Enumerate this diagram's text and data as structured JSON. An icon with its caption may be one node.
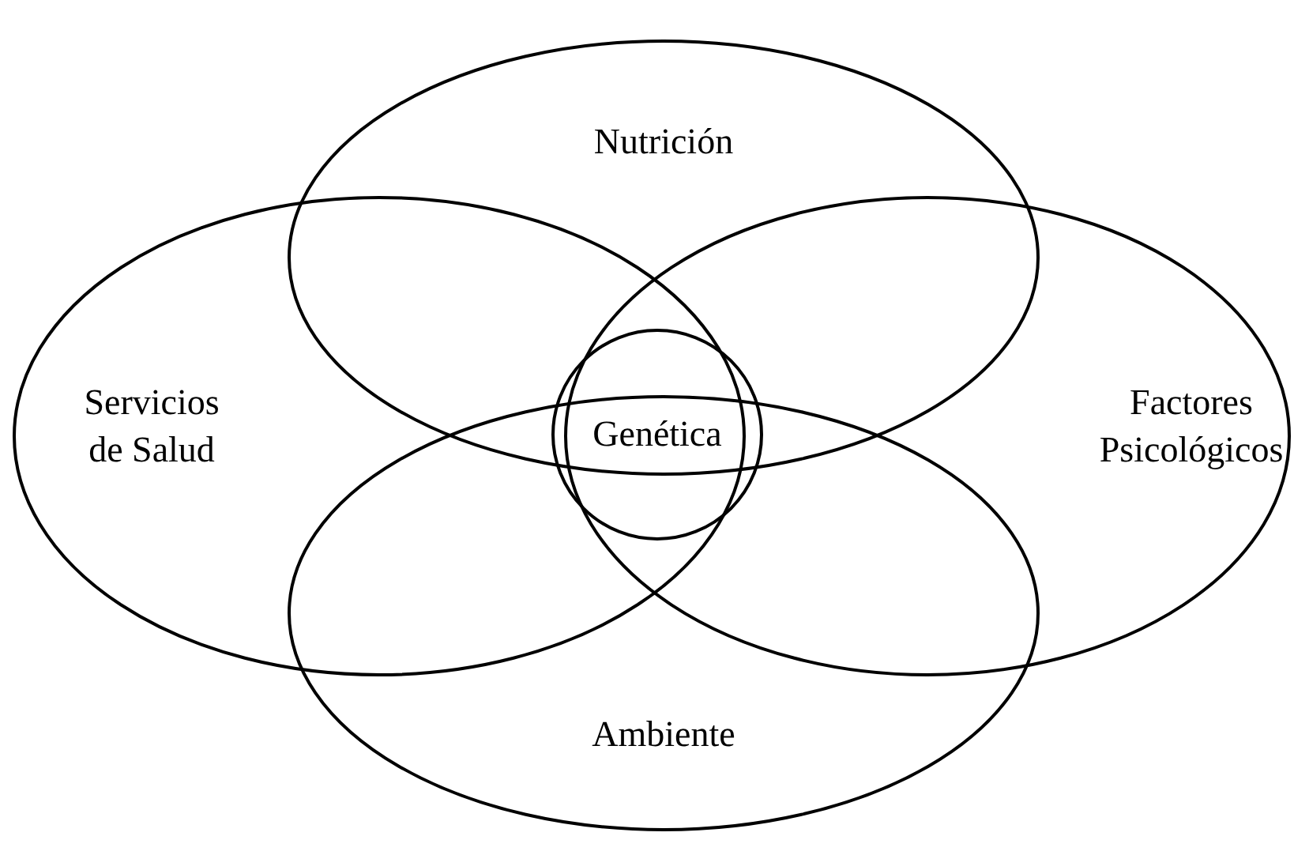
{
  "diagram": {
    "nodes": [
      {
        "text": [
          "Nutrición"
        ]
      },
      {
        "text": [
          "Servicios de Salud"
        ]
      },
      {
        "text": [
          "Factores Psicológicos"
        ]
      },
      {
        "text": [
          "Ambiente"
        ]
      },
      {
        "text": [
          "Genética"
        ]
      }
    ]
  }
}
